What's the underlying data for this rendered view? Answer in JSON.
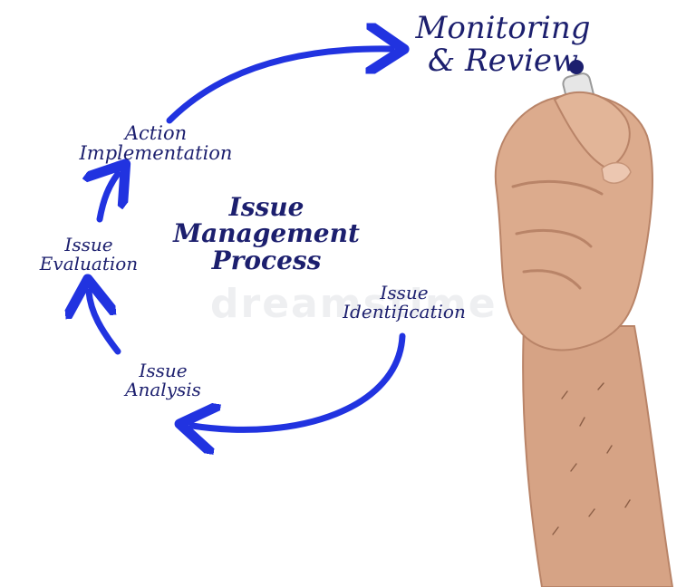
{
  "diagram": {
    "title_lines": [
      "Issue",
      "Management",
      "Process"
    ],
    "monitoring_lines": [
      "Monitoring",
      "& Review"
    ],
    "action_lines": [
      "Action",
      "Implementation"
    ],
    "evaluation_lines": [
      "Issue",
      "Evaluation"
    ],
    "identification_lines": [
      "Issue",
      "Identification"
    ],
    "analysis_lines": [
      "Issue",
      "Analysis"
    ]
  },
  "watermark_text": "dreamstime",
  "colors": {
    "arrow": "#2133e0",
    "text": "#1c1f6e",
    "skin": "#d9a88a",
    "skin_shadow": "#b9836a"
  }
}
